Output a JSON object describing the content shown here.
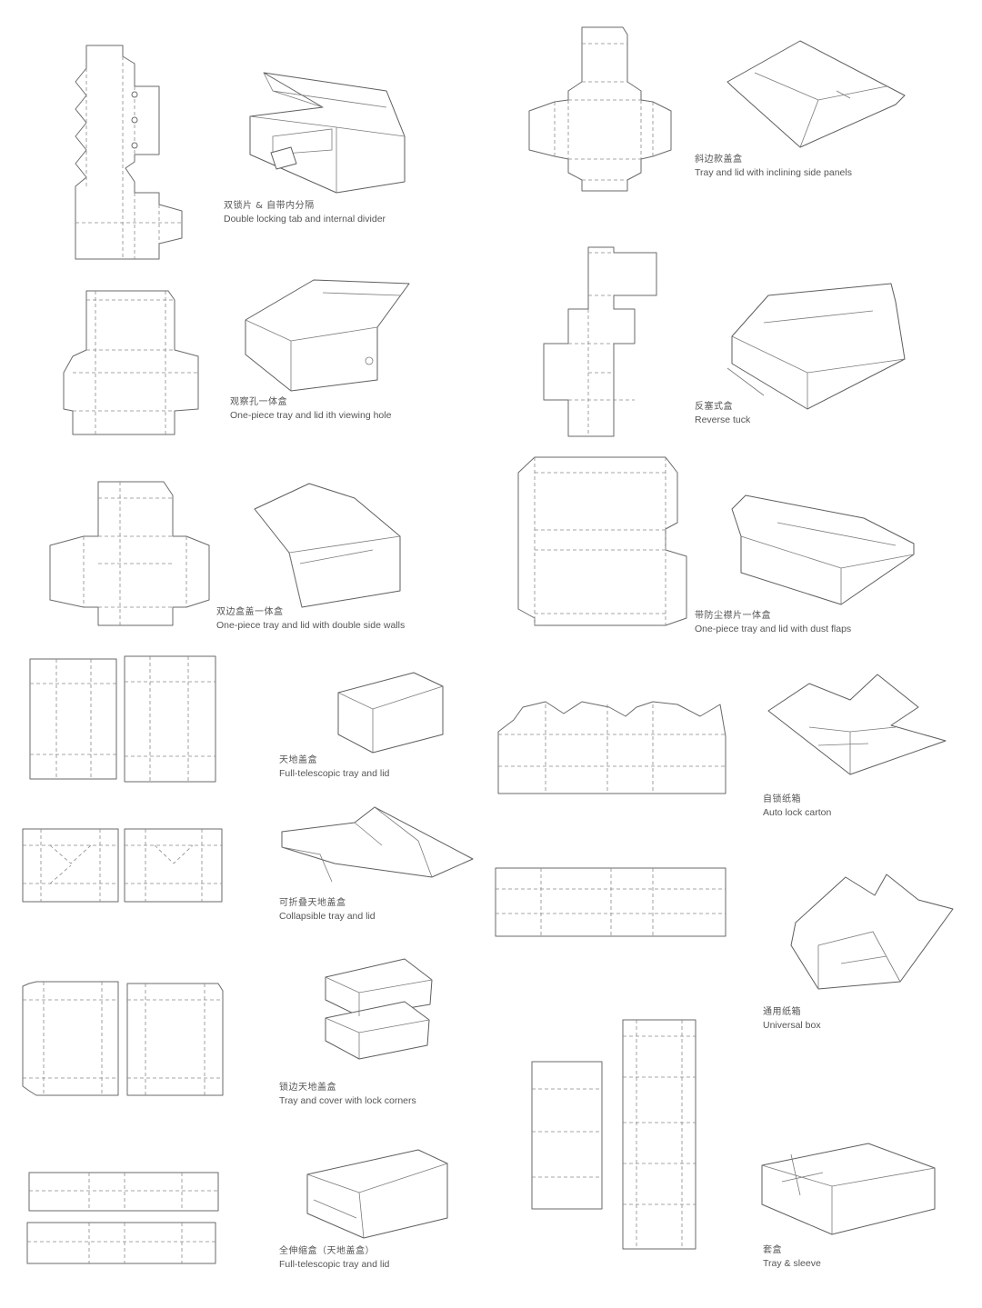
{
  "captions": [
    {
      "zh": "双锁片 & 自带内分隔",
      "en": "Double locking tab and internal divider"
    },
    {
      "zh": "斜边款盖盒",
      "en": "Tray and lid with inclining side panels"
    },
    {
      "zh": "观察孔一体盒",
      "en": "One-piece tray and lid ith viewing hole"
    },
    {
      "zh": "反塞式盒",
      "en": "Reverse tuck"
    },
    {
      "zh": "双边盒盖一体盒",
      "en": "One-piece tray and lid with double side walls"
    },
    {
      "zh": "带防尘襟片一体盒",
      "en": "One-piece tray and lid with dust flaps"
    },
    {
      "zh": "天地盖盒",
      "en": "Full-telescopic tray and lid"
    },
    {
      "zh": "自锁纸箱",
      "en": "Auto lock carton"
    },
    {
      "zh": "可折叠天地盖盒",
      "en": "Collapsible tray and lid"
    },
    {
      "zh": "通用纸箱",
      "en": "Universal box"
    },
    {
      "zh": "锁边天地盖盒",
      "en": "Tray and cover with lock corners"
    },
    {
      "zh": "全伸缩盒（天地盖盒）",
      "en": "Full-telescopic tray and lid"
    },
    {
      "zh": "套盒",
      "en": "Tray & sleeve"
    }
  ]
}
